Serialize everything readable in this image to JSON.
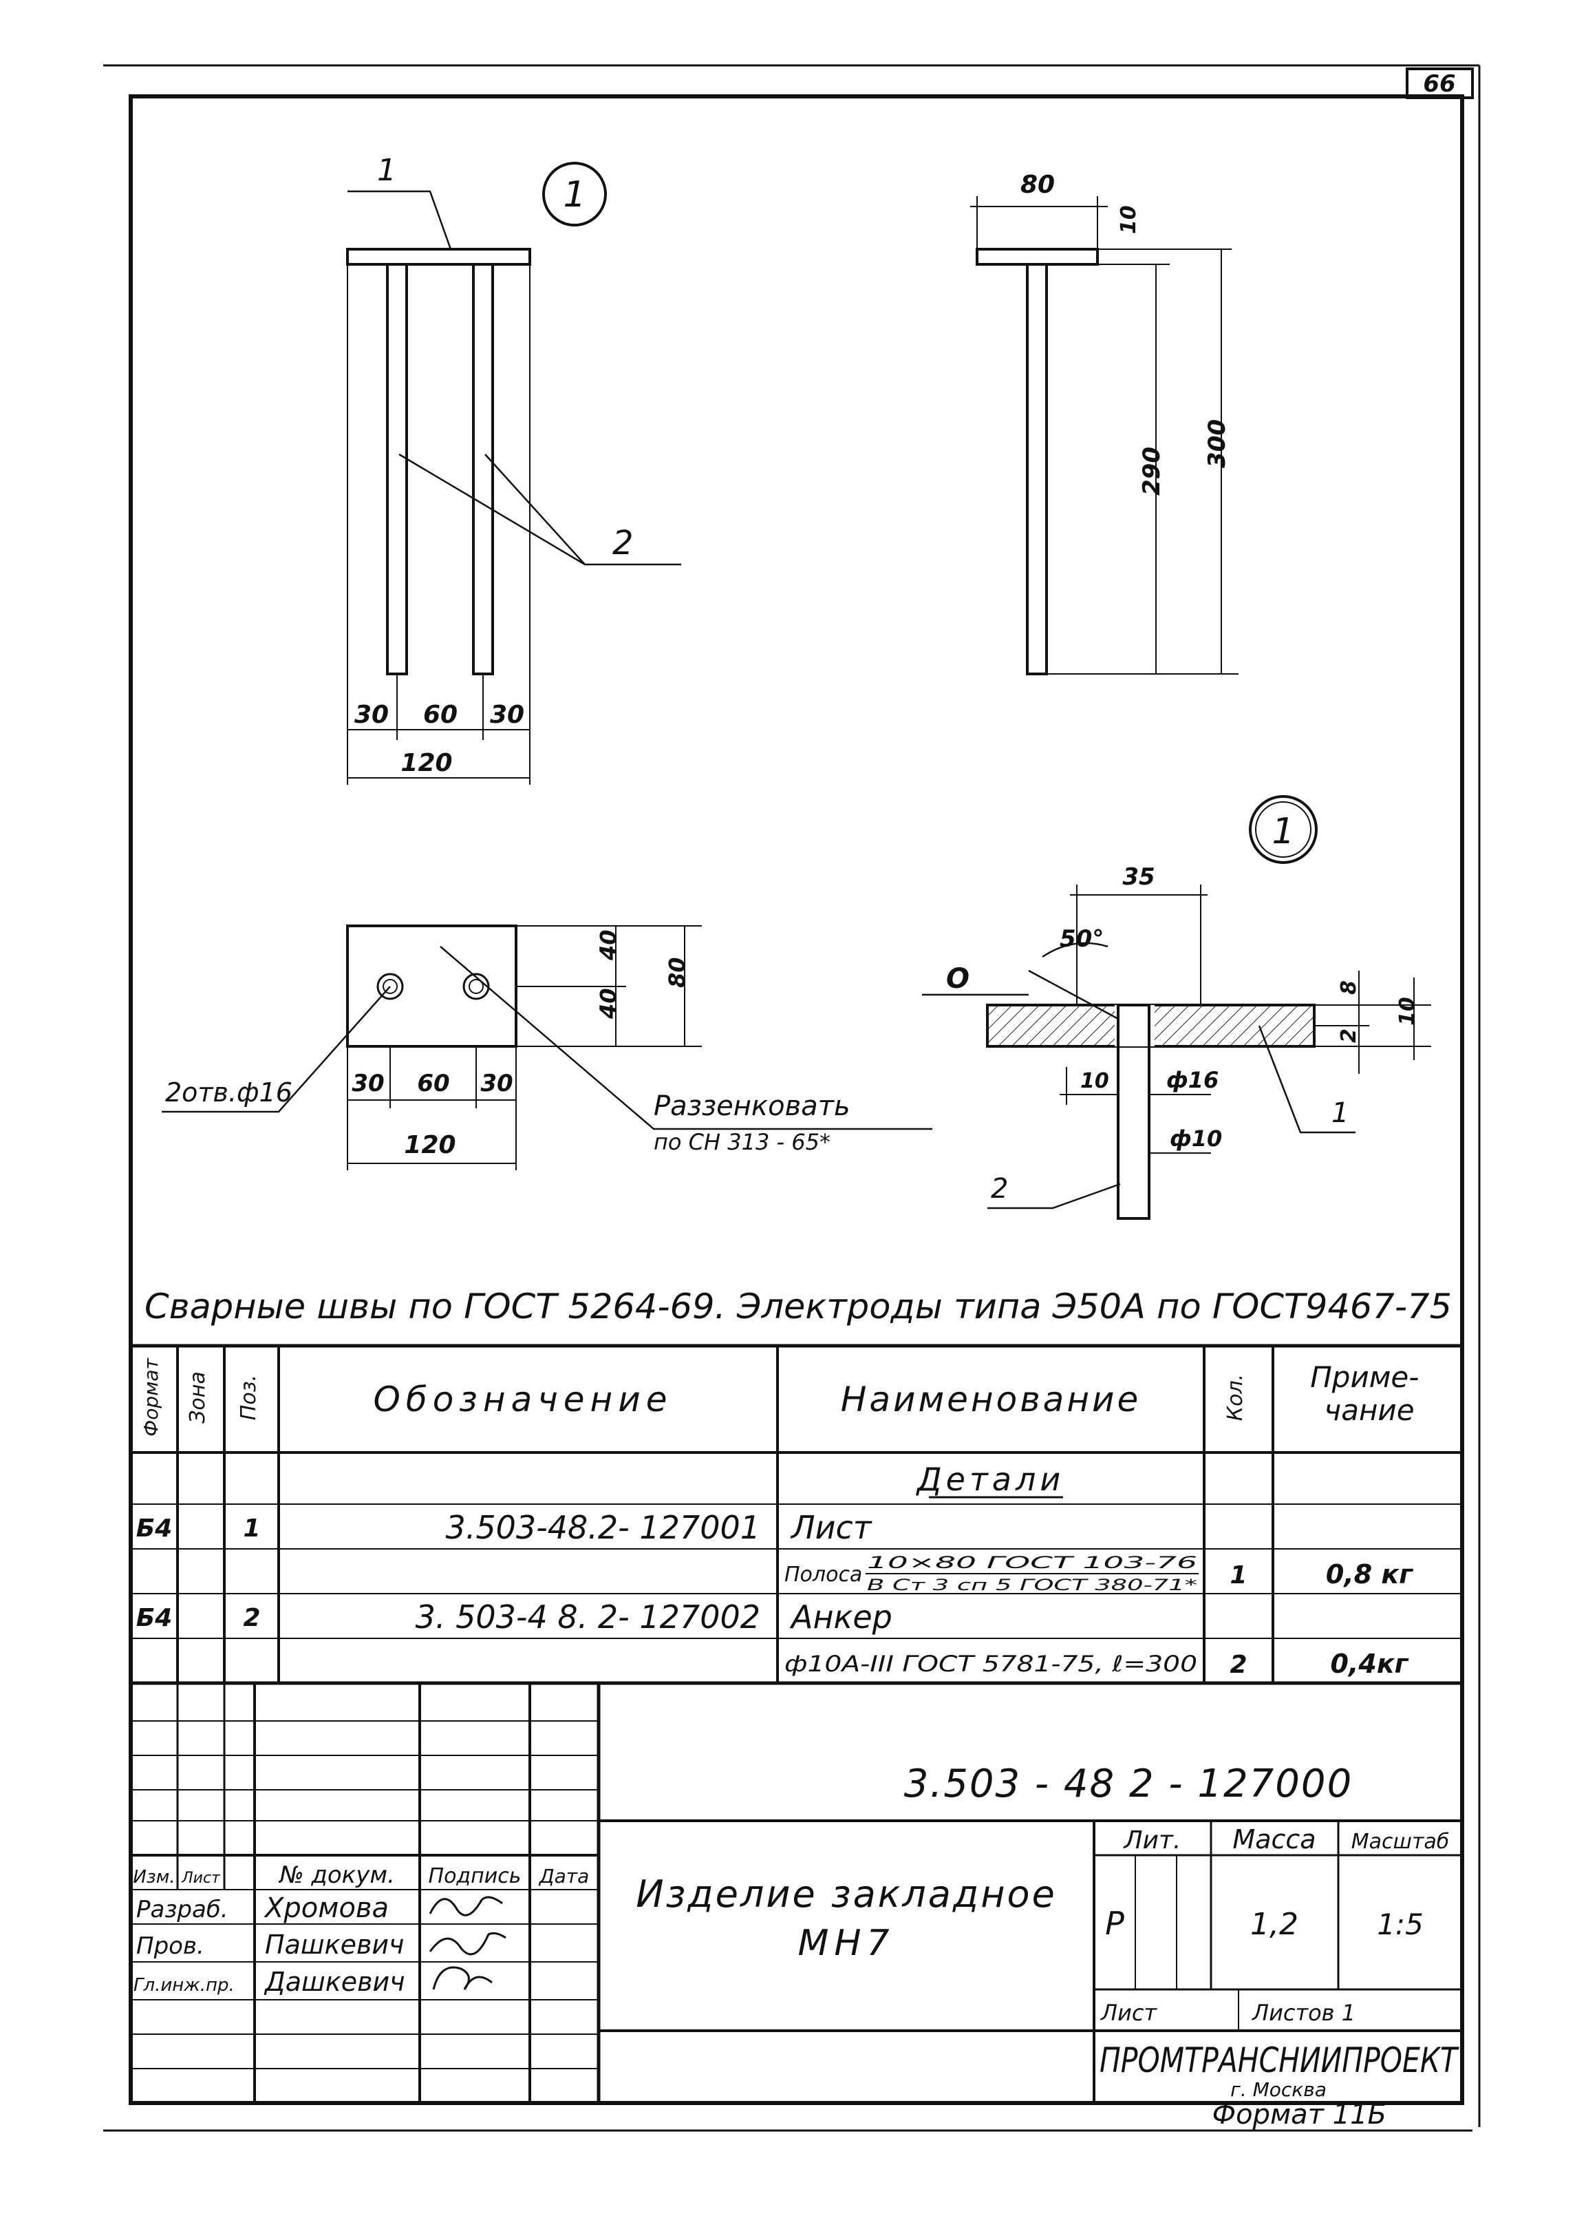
{
  "sheet": {
    "page_number": "66",
    "format_label": "Формат 11Б"
  },
  "drawing": {
    "view_marker": "1",
    "section_marker": "1",
    "front_view": {
      "pos_1": "1",
      "pos_2": "2",
      "dims": [
        "30",
        "60",
        "30"
      ],
      "overall": "120"
    },
    "side_view": {
      "dim_width": "80",
      "dim_thickness": "10",
      "dim_rod": "290",
      "dim_total": "300"
    },
    "plan_view": {
      "dims_h": [
        "30",
        "60",
        "30"
      ],
      "overall_h": "120",
      "dims_v": [
        "40",
        "40"
      ],
      "overall_v": "80",
      "holes_label": "2отв.ф16",
      "countersink_label": "Раззенковать",
      "countersink_standard": "по СН 313 - 65*"
    },
    "section_view": {
      "dim_35": "35",
      "angle": "50°",
      "weld_symbol": "О",
      "dim_8": "8",
      "dim_2": "2",
      "dim_10_right": "10",
      "dim_10_left": "10",
      "dia_16": "ф16",
      "dia_10": "ф10",
      "pos_1": "1",
      "pos_2": "2"
    }
  },
  "note": "Сварные швы по ГОСТ 5264-69. Электроды типа Э50А по ГОСТ9467-75",
  "spec_table": {
    "headers": {
      "format": "Формат",
      "zone": "Зона",
      "pos": "Поз.",
      "designation": "Обозначение",
      "name": "Наименование",
      "qty": "Кол.",
      "note": "Приме-\nчание"
    },
    "section_title": "Детали",
    "rows": [
      {
        "format": "Б4",
        "pos": "1",
        "designation": "3.503-48.2- 127001",
        "name": "Лист",
        "qty": "",
        "note": ""
      },
      {
        "format": "",
        "pos": "",
        "designation": "",
        "name": "Полоса",
        "name_num": "10×80 ГОСТ 103-76",
        "name_den": "В Ст 3 сп 5 ГОСТ 380-71*",
        "qty": "1",
        "note": "0,8 кг"
      },
      {
        "format": "Б4",
        "pos": "2",
        "designation": "3. 503-4 8. 2- 127002",
        "name": "Анкер",
        "qty": "",
        "note": ""
      },
      {
        "format": "",
        "pos": "",
        "designation": "",
        "name": "ф10А-III ГОСТ 5781-75, ℓ=300",
        "qty": "2",
        "note": "0,4кг"
      }
    ]
  },
  "title_block": {
    "document_code": "3.503 - 48 2 -   127000",
    "product_name_1": "Изделие закладное",
    "product_name_2": "МН7",
    "hdr_izm": "Изм.",
    "hdr_list": "Лист",
    "hdr_doc": "№ докум.",
    "hdr_sign": "Подпись",
    "hdr_date": "Дата",
    "roles": [
      {
        "role": "Разраб.",
        "name": "Хромова"
      },
      {
        "role": "Пров.",
        "name": "Пашкевич"
      },
      {
        "role": "Гл.инж.пр.",
        "name": "Дашкевич"
      }
    ],
    "lit_label": "Лит.",
    "mass_label": "Масса",
    "scale_label": "Масштаб",
    "lit_value": "Р",
    "mass_value": "1,2",
    "scale_value": "1:5",
    "sheet_label": "Лист",
    "sheets_label": "Листов 1",
    "organization": "ПРОМТРАНСНИИПРОЕКТ",
    "city": "г. Москва"
  }
}
